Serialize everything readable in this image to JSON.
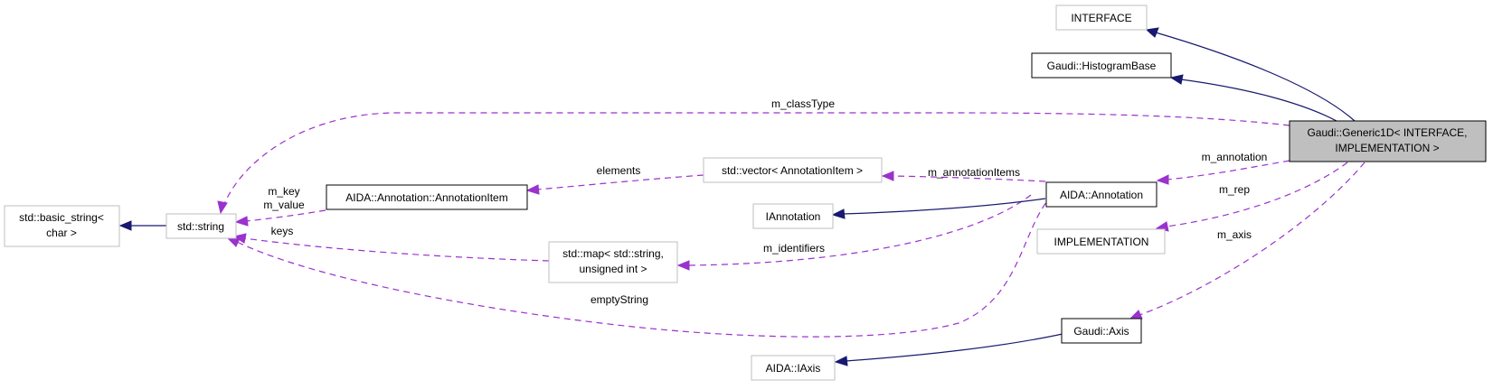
{
  "nodes": {
    "interface": {
      "label": "INTERFACE"
    },
    "histogram_base": {
      "label": "Gaudi::HistogramBase"
    },
    "generic1d": {
      "line1": "Gaudi::Generic1D< INTERFACE,",
      "line2": "IMPLEMENTATION >"
    },
    "basic_string": {
      "line1": "std::basic_string<",
      "line2": "char >"
    },
    "std_string": {
      "label": "std::string"
    },
    "annotation_item": {
      "label": "AIDA::Annotation::AnnotationItem"
    },
    "vector_annotation_item": {
      "label": "std::vector< AnnotationItem >"
    },
    "aida_annotation": {
      "label": "AIDA::Annotation"
    },
    "iannotation": {
      "label": "IAnnotation"
    },
    "implementation": {
      "label": "IMPLEMENTATION"
    },
    "map_string_uint": {
      "line1": "std::map< std::string,",
      "line2": "unsigned int >"
    },
    "gaudi_axis": {
      "label": "Gaudi::Axis"
    },
    "aida_iaxis": {
      "label": "AIDA::IAxis"
    }
  },
  "edge_labels": {
    "m_classType": "m_classType",
    "m_annotation": "m_annotation",
    "m_annotationItems": "m_annotationItems",
    "elements": "elements",
    "m_key": "m_key",
    "m_value": "m_value",
    "keys": "keys",
    "m_identifiers": "m_identifiers",
    "emptyString": "emptyString",
    "m_rep": "m_rep",
    "m_axis": "m_axis"
  },
  "colors": {
    "inheritance_edge": "#191970",
    "usage_edge": "#9a32cd",
    "focus_fill": "#bfbfbf",
    "external_border": "#bfbfbf",
    "documented_border": "#000000"
  }
}
